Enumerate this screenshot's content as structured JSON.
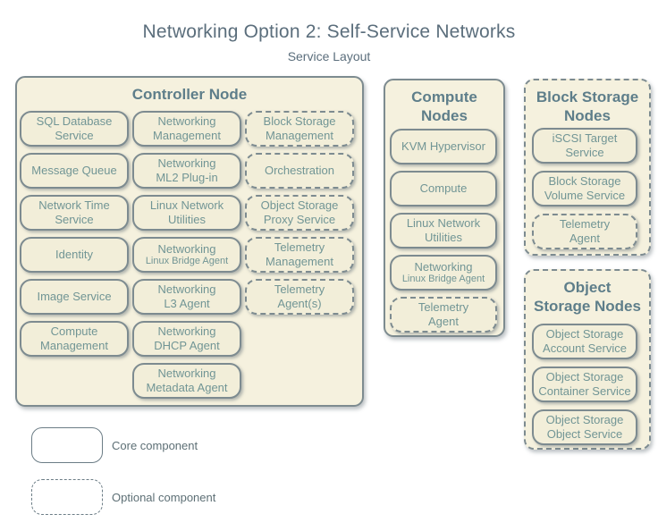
{
  "title": "Networking Option 2: Self-Service Networks",
  "subtitle": "Service Layout",
  "colors": {
    "container_fill": "#f5f1de",
    "box_fill": "#f2eed9",
    "border": "#7d8b90",
    "node_title_text": "#5e7e8a",
    "service_text": "#719595",
    "page_title_text": "#5b6e7c",
    "legend_text": "#5d6f75"
  },
  "controller": {
    "title": "Controller Node",
    "col1": [
      {
        "lines": [
          "SQL Database",
          "Service"
        ],
        "optional": false
      },
      {
        "lines": [
          "Message Queue"
        ],
        "optional": false
      },
      {
        "lines": [
          "Network Time",
          "Service"
        ],
        "optional": false
      },
      {
        "lines": [
          "Identity"
        ],
        "optional": false
      },
      {
        "lines": [
          "Image Service"
        ],
        "optional": false
      },
      {
        "lines": [
          "Compute",
          "Management"
        ],
        "optional": false
      }
    ],
    "col2": [
      {
        "lines": [
          "Networking",
          "Management"
        ],
        "optional": false
      },
      {
        "lines": [
          "Networking",
          "ML2 Plug-in"
        ],
        "optional": false
      },
      {
        "lines": [
          "Linux Network",
          "Utilities"
        ],
        "optional": false
      },
      {
        "lines": [
          "Networking"
        ],
        "sub": "Linux Bridge Agent",
        "optional": false
      },
      {
        "lines": [
          "Networking",
          "L3 Agent"
        ],
        "optional": false
      },
      {
        "lines": [
          "Networking",
          "DHCP Agent"
        ],
        "optional": false
      },
      {
        "lines": [
          "Networking",
          "Metadata Agent"
        ],
        "optional": false
      }
    ],
    "col3": [
      {
        "lines": [
          "Block Storage",
          "Management"
        ],
        "optional": true
      },
      {
        "lines": [
          "Orchestration"
        ],
        "optional": true
      },
      {
        "lines": [
          "Object Storage",
          "Proxy Service"
        ],
        "optional": true
      },
      {
        "lines": [
          "Telemetry",
          "Management"
        ],
        "optional": true
      },
      {
        "lines": [
          "Telemetry",
          "Agent(s)"
        ],
        "optional": true
      }
    ]
  },
  "compute": {
    "title_lines": [
      "Compute",
      "Nodes"
    ],
    "optional_group": false,
    "items": [
      {
        "lines": [
          "KVM Hypervisor"
        ],
        "optional": false
      },
      {
        "lines": [
          "Compute"
        ],
        "optional": false
      },
      {
        "lines": [
          "Linux Network",
          "Utilities"
        ],
        "optional": false
      },
      {
        "lines": [
          "Networking"
        ],
        "sub": "Linux Bridge Agent",
        "optional": false
      },
      {
        "lines": [
          "Telemetry",
          "Agent"
        ],
        "optional": true
      }
    ]
  },
  "block_storage": {
    "title_lines": [
      "Block Storage",
      "Nodes"
    ],
    "optional_group": true,
    "items": [
      {
        "lines": [
          "iSCSI Target",
          "Service"
        ],
        "optional": false
      },
      {
        "lines": [
          "Block Storage",
          "Volume Service"
        ],
        "optional": false
      },
      {
        "lines": [
          "Telemetry",
          "Agent"
        ],
        "optional": true
      }
    ]
  },
  "object_storage": {
    "title_lines": [
      "Object",
      "Storage Nodes"
    ],
    "optional_group": true,
    "items": [
      {
        "lines": [
          "Object Storage",
          "Account Service"
        ],
        "optional": false
      },
      {
        "lines": [
          "Object Storage",
          "Container Service"
        ],
        "optional": false
      },
      {
        "lines": [
          "Object Storage",
          "Object Service"
        ],
        "optional": false
      }
    ]
  },
  "legend": {
    "core_label": "Core component",
    "optional_label": "Optional component"
  }
}
